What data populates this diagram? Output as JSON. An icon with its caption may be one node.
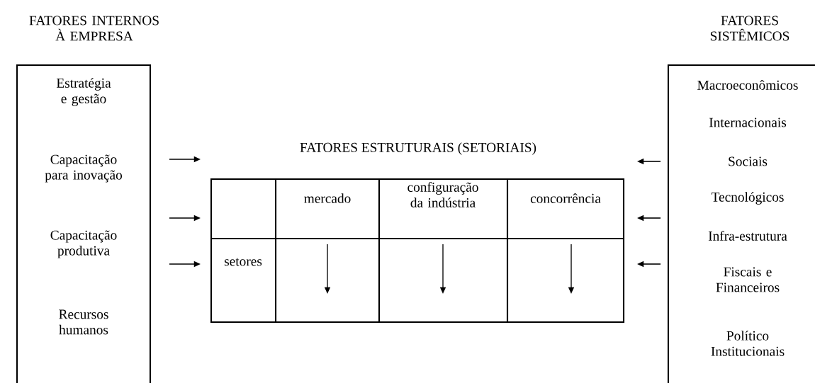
{
  "diagram": {
    "nodes": [
      {
        "text": [
          "FATORES INTERNOS À EMPRESA",
          "Estratégia e gestão",
          "Capacitação para inovação",
          "Capacitação produtiva",
          "Recursos humanos"
        ]
      },
      {
        "text": [
          "FATORES ESTRUTURAIS (SETORIAIS)"
        ]
      },
      {
        "text": [
          "mercado"
        ],
        "in": 1
      },
      {
        "text": [
          "configuração da indústria"
        ],
        "in": 1
      },
      {
        "text": [
          "concorrência"
        ],
        "in": 1
      },
      {
        "text": [
          "setores"
        ],
        "in": 1
      },
      {
        "text": [
          "FATORES SISTÊMICOS",
          "Macroeconômicos",
          "Internacionais",
          "Sociais",
          "Tecnológicos",
          "Infra-estrutura",
          "Fiscais e Financeiros",
          "Político Institucionais"
        ]
      }
    ],
    "edges": [
      {
        "from": 0,
        "to": 1,
        "arrow": "to"
      },
      {
        "from": 0,
        "to": 1,
        "arrow": "to"
      },
      {
        "from": 0,
        "to": 1,
        "arrow": "to"
      },
      {
        "from": 6,
        "to": 1,
        "arrow": "to"
      },
      {
        "from": 6,
        "to": 1,
        "arrow": "to"
      },
      {
        "from": 6,
        "to": 1,
        "arrow": "to"
      }
    ]
  }
}
